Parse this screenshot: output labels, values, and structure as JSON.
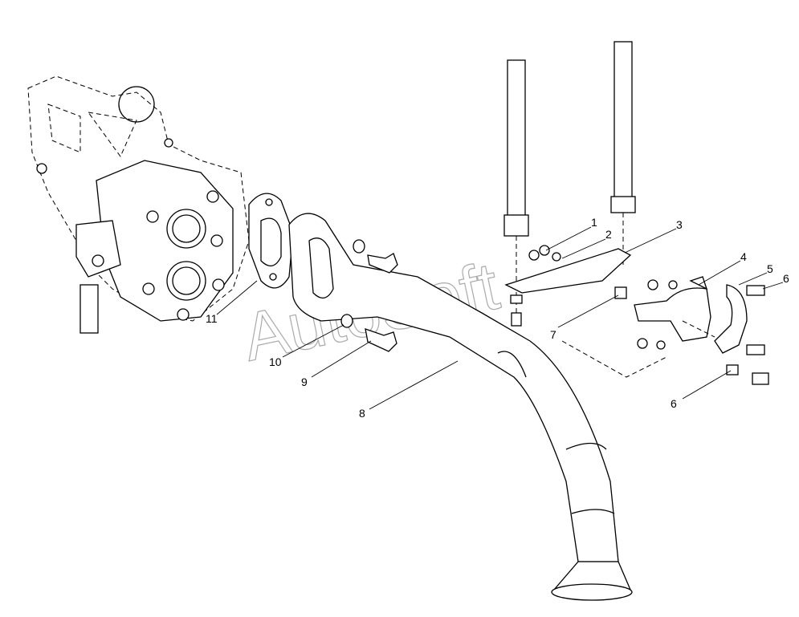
{
  "watermark": "AutoSoft",
  "callouts": {
    "c1": "1",
    "c2": "2",
    "c3": "3",
    "c4": "4",
    "c5": "5",
    "c6a": "6",
    "c6b": "6",
    "c7": "7",
    "c8": "8",
    "c9": "9",
    "c10": "10",
    "c11": "11"
  }
}
